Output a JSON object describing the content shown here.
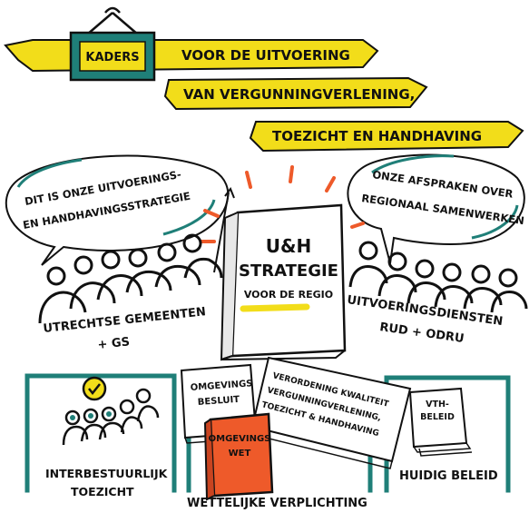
{
  "banner": {
    "frame_label": "KADERS",
    "line1": "VOOR DE UITVOERING",
    "line2": "VAN VERGUNNINGVERLENING,",
    "line3": "TOEZICHT EN HANDHAVING"
  },
  "bubbles": {
    "left_line1": "DIT IS ONZE UITVOERINGS-",
    "left_line2": "EN HANDHAVINGSSTRATEGIE",
    "right_line1": "ONZE AFSPRAKEN OVER",
    "right_line2": "REGIONAAL SAMENWERKEN"
  },
  "book": {
    "line1": "U&H",
    "line2": "STRATEGIE",
    "line3": "VOOR DE REGIO"
  },
  "groups": {
    "left_line1": "UTRECHTSE GEMEENTEN",
    "left_line2": "+ GS",
    "right_line1": "UITVOERINGSDIENSTEN",
    "right_line2": "RUD + ODRU"
  },
  "documents": {
    "besluit_line1": "OMGEVINGS",
    "besluit_line2": "BESLUIT",
    "verordening_line1": "VERORDENING KWALITEIT",
    "verordening_line2": "VERGUNNINGVERLENING,",
    "verordening_line3": "TOEZICHT & HANDHAVING",
    "wet_line1": "OMGEVINGS",
    "wet_line2": "WET",
    "vth_line1": "VTH-",
    "vth_line2": "BELEID"
  },
  "panels": {
    "left_line1": "INTERBESTUURLIJK",
    "left_line2": "TOEZICHT",
    "middle": "WETTELIJKE VERPLICHTING",
    "right": "HUIDIG BELEID"
  },
  "colors": {
    "yellow": "#f2dd1a",
    "teal": "#1f7f78",
    "orange": "#ee5a2a",
    "ink": "#111111"
  }
}
